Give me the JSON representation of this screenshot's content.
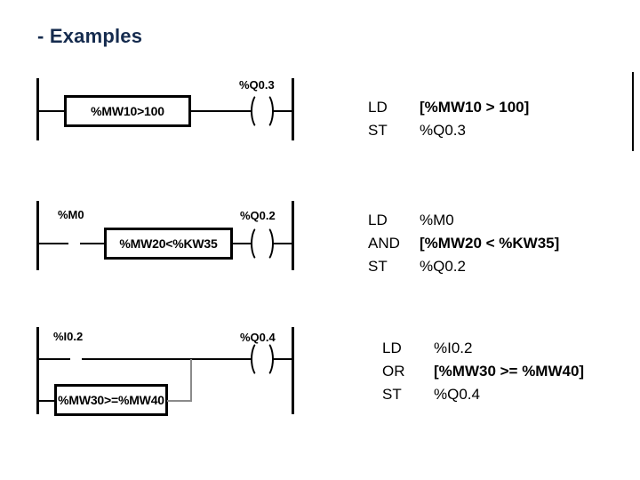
{
  "slide": {
    "title": "- Examples",
    "title_color": "#152b4e",
    "background": "#ffffff",
    "line_color": "#000000",
    "branch_color": "#8a8a8a"
  },
  "rungs": [
    {
      "id": "rung-1",
      "compare_box": "%MW10>100",
      "coil_label": "%Q0.3",
      "contact_label": ""
    },
    {
      "id": "rung-2",
      "contact_label": "%M0",
      "compare_box": "%MW20<%KW35",
      "coil_label": "%Q0.2"
    },
    {
      "id": "rung-3",
      "contact_label": "%I0.2",
      "compare_box": "%MW30>=%MW40",
      "coil_label": "%Q0.4"
    }
  ],
  "code_blocks": [
    {
      "id": "code-1",
      "lines": [
        {
          "op": "LD",
          "arg": "[%MW10 > 100]",
          "bold": true
        },
        {
          "op": "ST",
          "arg": "%Q0.3",
          "bold": false
        }
      ]
    },
    {
      "id": "code-2",
      "lines": [
        {
          "op": "LD",
          "arg": "%M0",
          "bold": false
        },
        {
          "op": "AND",
          "arg": "[%MW20 < %KW35]",
          "bold": true
        },
        {
          "op": "ST",
          "arg": "%Q0.2",
          "bold": false
        }
      ]
    },
    {
      "id": "code-3",
      "lines": [
        {
          "op": "LD",
          "arg": "%I0.2",
          "bold": false
        },
        {
          "op": "OR",
          "arg": "[%MW30 >= %MW40]",
          "bold": true
        },
        {
          "op": "ST",
          "arg": "%Q0.4",
          "bold": false
        }
      ]
    }
  ]
}
